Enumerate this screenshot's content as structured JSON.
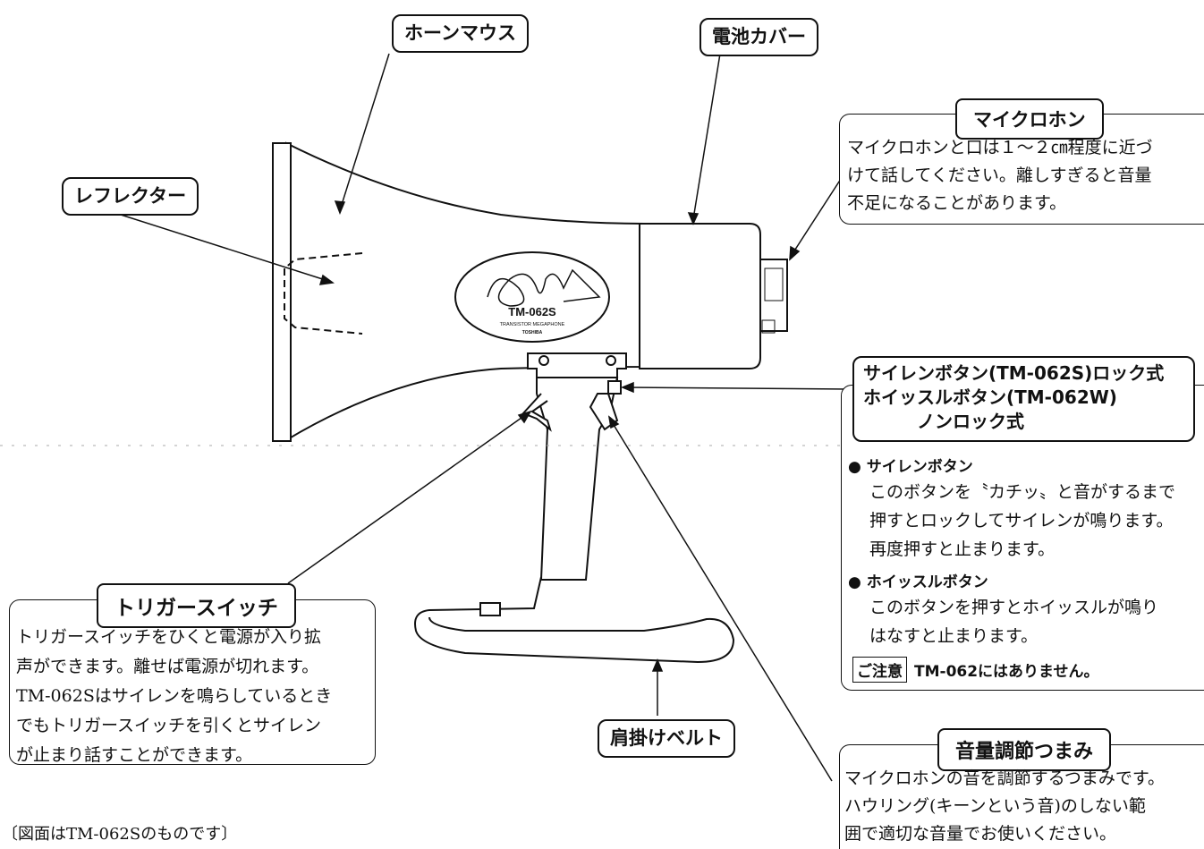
{
  "labels": {
    "horn_mouth": "ホーンマウス",
    "battery_cover": "電池カバー",
    "reflector": "レフレクター",
    "shoulder_belt": "肩掛けベルト"
  },
  "megaphone_logo": {
    "model": "TM-062S",
    "subtitle": "TRANSISTOR MEGAPHONE",
    "brand": "TOSHIBA"
  },
  "microphone_box": {
    "title": "マイクロホン",
    "lines": [
      "マイクロホンと口は１～２㎝程度に近づ",
      "けて話してください。離しすぎると音量",
      "不足になることがあります。"
    ]
  },
  "siren_box": {
    "title_lines": [
      "サイレンボタン(TM-062S)ロック式",
      "ホイッスルボタン(TM-062W)",
      "ノンロック式"
    ],
    "siren_head": "● サイレンボタン",
    "siren_lines": [
      "このボタンを〝カチッ〟と音がするまで",
      "押すとロックしてサイレンが鳴ります。",
      "再度押すと止まります。"
    ],
    "whistle_head": "● ホイッスルボタン",
    "whistle_lines": [
      "このボタンを押すとホイッスルが鳴り",
      "はなすと止まります。"
    ],
    "note_tag": "ご注意",
    "note_text": "TM-062にはありません。"
  },
  "trigger_box": {
    "title": "トリガースイッチ",
    "lines": [
      "トリガースイッチをひくと電源が入り拡",
      "声ができます。離せば電源が切れます。",
      "TM-062Sはサイレンを鳴らしているとき",
      "でもトリガースイッチを引くとサイレン",
      "が止まり話すことができます。"
    ]
  },
  "volume_box": {
    "title": "音量調節つまみ",
    "lines": [
      "マイクロホンの音を調節するつまみです。",
      "ハウリング(キーンという音)のしない範",
      "囲で適切な音量でお使いください。"
    ]
  },
  "caption": "〔図面はTM-062Sのものです〕"
}
